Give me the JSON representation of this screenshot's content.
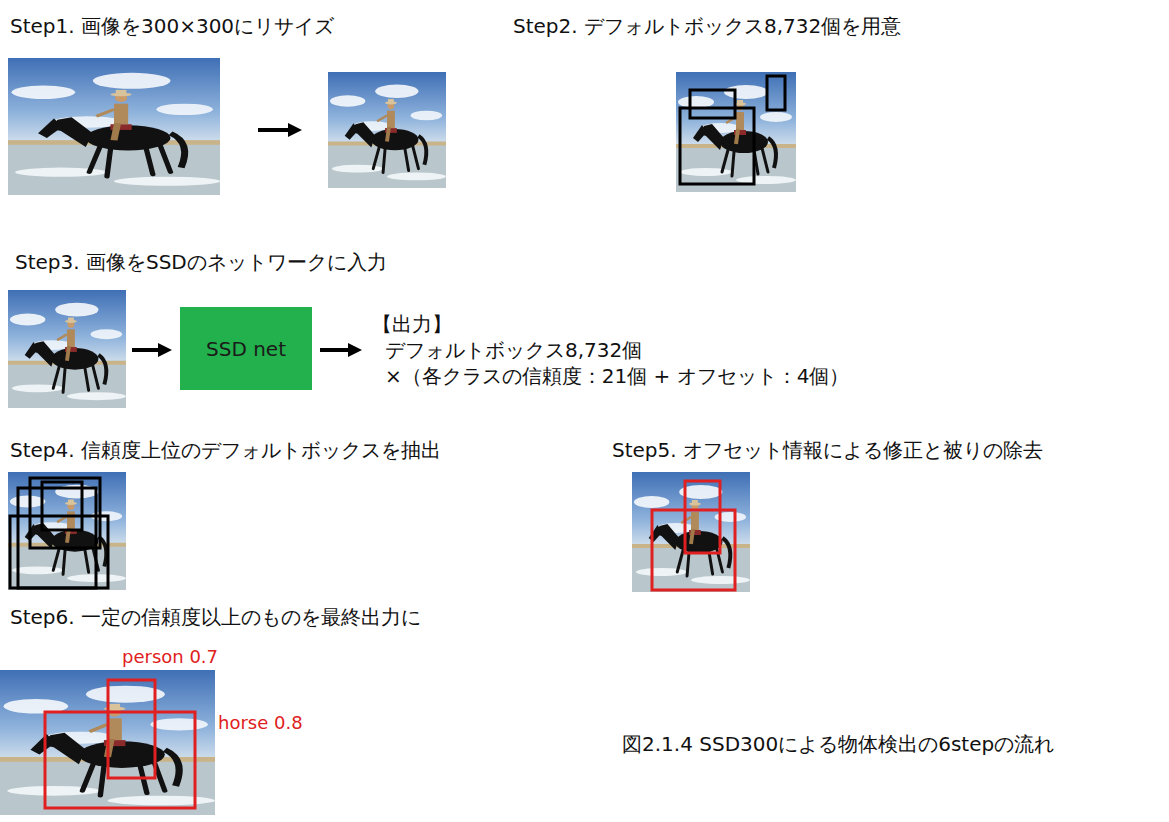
{
  "diagram": {
    "caption": "図2.1.4 SSD300による物体検出の6stepの流れ",
    "nodes": [
      {
        "text": [
          "SSD net"
        ]
      }
    ],
    "labels": [
      "Step1. 画像を300×300にリサイズ",
      "Step2. デフォルトボックス8,732個を用意",
      "Step3. 画像をSSDのネットワークに入力",
      "【出力】",
      "デフォルトボックス8,732個",
      "×（各クラスの信頼度：21個 + オフセット：4個）",
      "Step4. 信頼度上位のデフォルトボックスを抽出",
      "Step5. オフセット情報による修正と被りの除去",
      "Step6. 一定の信頼度以上のものを最終出力に",
      "person  0.7",
      "horse  0.8"
    ]
  }
}
